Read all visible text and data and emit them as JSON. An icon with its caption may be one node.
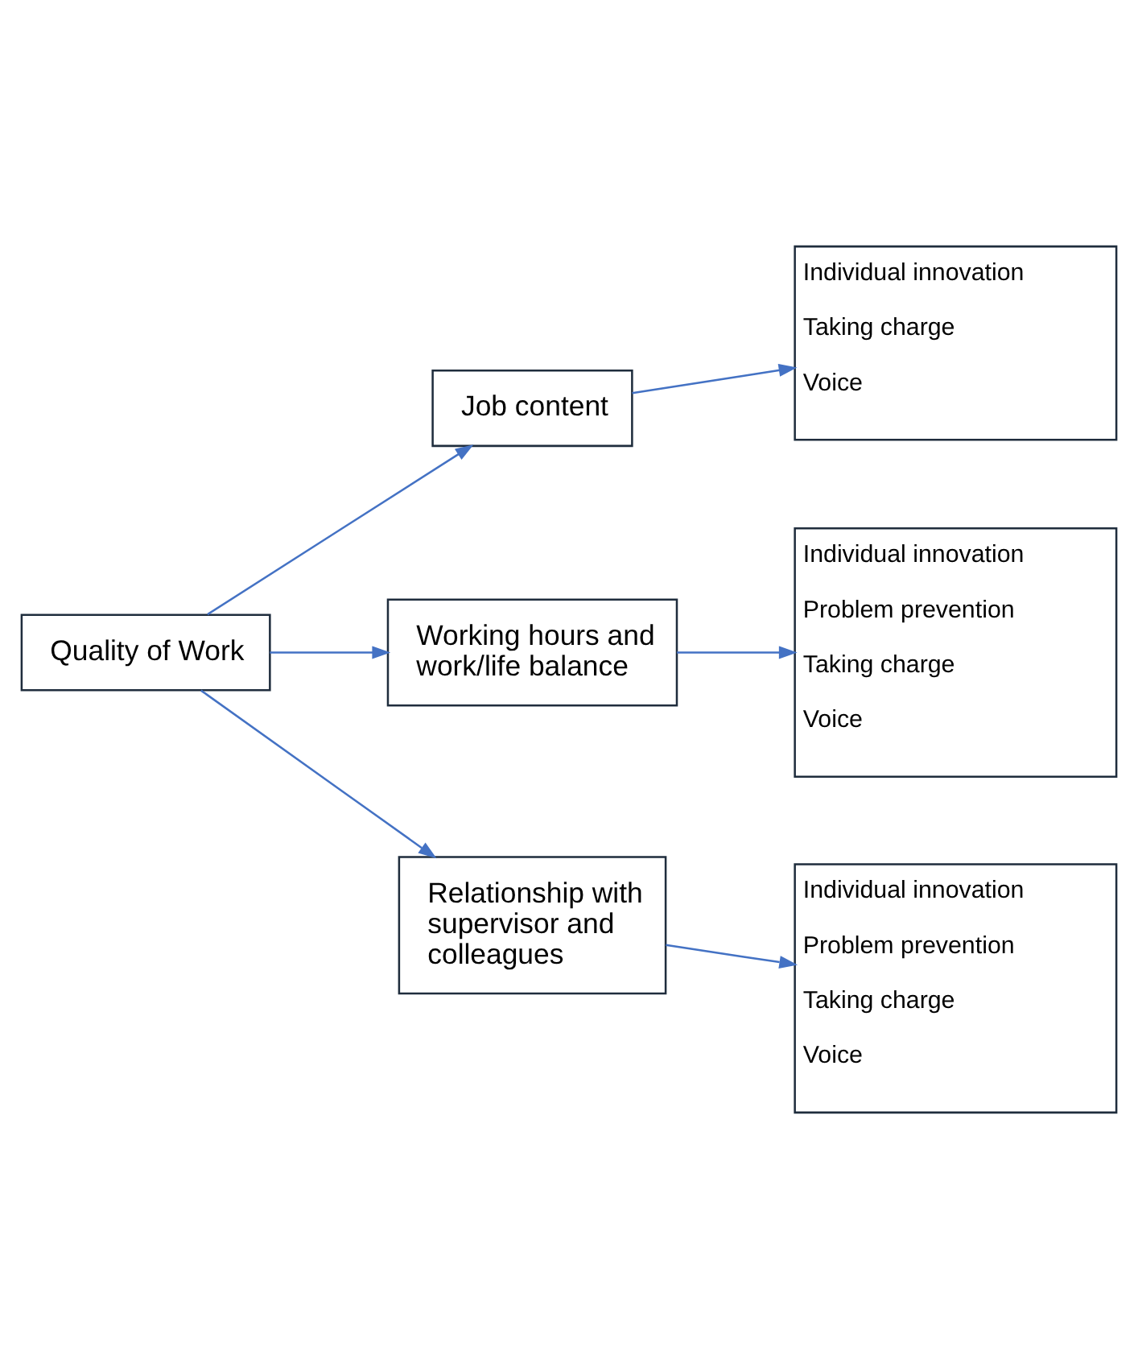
{
  "diagram": {
    "nodes": [
      {
        "text": [
          "Quality of Work"
        ]
      },
      {
        "text": [
          "Job content"
        ]
      },
      {
        "text": [
          "Individual innovation",
          "Taking charge",
          "Voice"
        ]
      },
      {
        "text": [
          "Working hours and work/life balance"
        ]
      },
      {
        "text": [
          "Individual innovation",
          "Problem prevention",
          "Taking charge",
          "Voice"
        ]
      },
      {
        "text": [
          "Relationship with supervisor and colleagues"
        ]
      },
      {
        "text": [
          "Individual innovation",
          "Problem prevention",
          "Taking charge",
          "Voice"
        ]
      }
    ],
    "edges": [
      {
        "from": 0,
        "to": 1,
        "arrow": "to"
      },
      {
        "from": 0,
        "to": 3,
        "arrow": "to"
      },
      {
        "from": 0,
        "to": 5,
        "arrow": "to"
      },
      {
        "from": 1,
        "to": 2,
        "arrow": "to"
      },
      {
        "from": 3,
        "to": 4,
        "arrow": "to"
      },
      {
        "from": 5,
        "to": 6,
        "arrow": "to"
      }
    ]
  }
}
